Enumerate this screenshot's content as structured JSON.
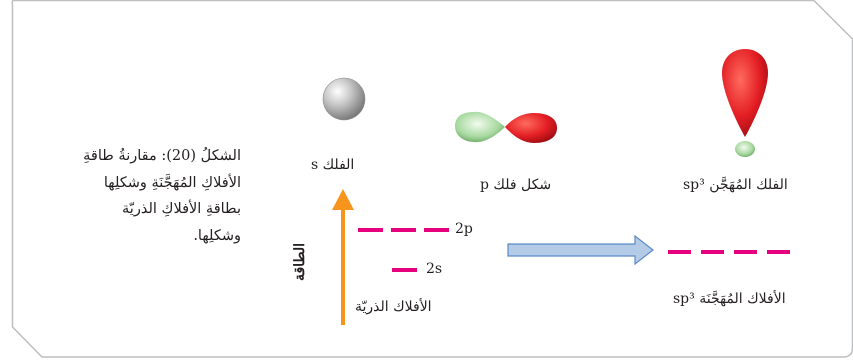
{
  "caption": {
    "lines": [
      "الشكلُ (20): مقارنةُ طاقةِ",
      "الأفلاكِ المُهَجَّنَةِ وشكلِها",
      "بطاقةِ الأفلاكِ الذريّة",
      "وشكلِها."
    ]
  },
  "orbitals": {
    "s_label": "الفلك s",
    "p_label": "شكل فلك p",
    "sp3_label": "الفلك المُهَجَّن sp³"
  },
  "energy": {
    "axis_label": "الطاقة",
    "level_2p": "2p",
    "level_2s": "2s",
    "atomic_label": "الأفلاك الذريّة",
    "hybrid_label": "الأفلاك المُهَجَّنَة sp³"
  },
  "colors": {
    "frame": "#bcbec0",
    "energy_arrow": "#f7941d",
    "levels": "#e6007e",
    "transition_arrow_fill": "#b4cbe8",
    "transition_arrow_stroke": "#5b8ac6",
    "s_orbital": "#b3b3b3",
    "p_lobe_green": "#9fd69a",
    "p_lobe_red": "#e31e24"
  }
}
